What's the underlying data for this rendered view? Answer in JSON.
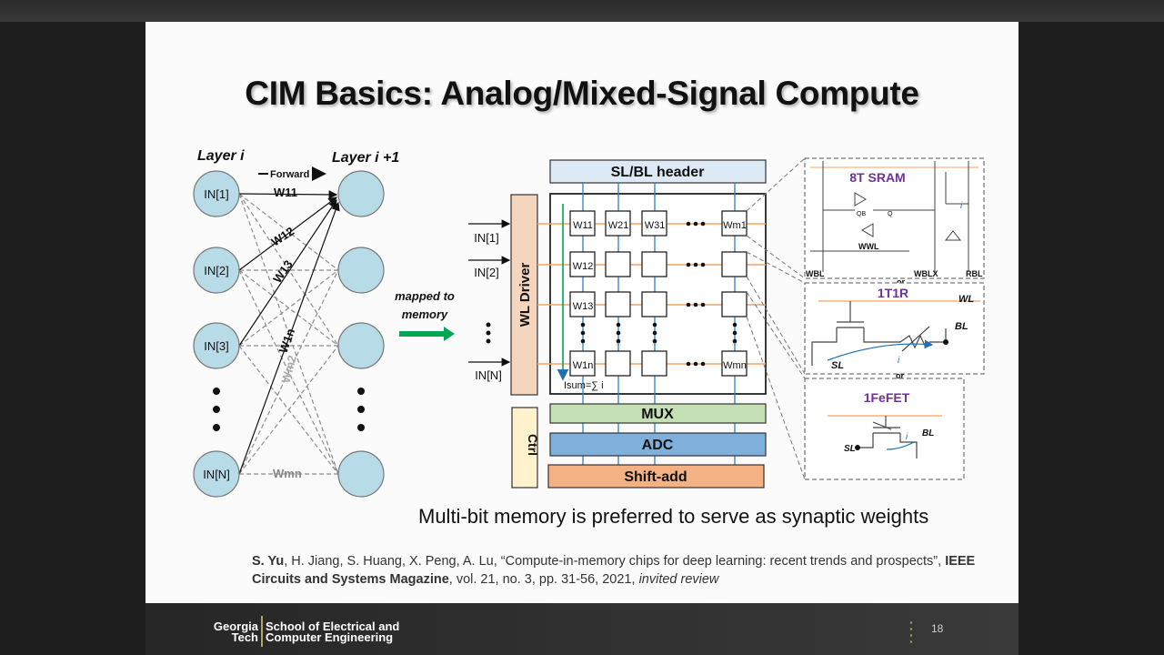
{
  "slide": {
    "title": "CIM Basics: Analog/Mixed-Signal Compute",
    "caption": "Multi-bit memory is preferred to serve as synaptic weights",
    "reference": {
      "author_bold": "S. Yu",
      "authors_rest": ", H. Jiang, S. Huang, X. Peng, A. Lu, “Compute-in-memory chips for deep learning: recent trends and prospects”, ",
      "journal": "IEEE Circuits and Systems Magazine",
      "details": ", vol. 21, no. 3, pp. 31-56, 2021, ",
      "note": "invited review"
    },
    "page_number": "18"
  },
  "network": {
    "layer_i": "Layer i",
    "layer_i1": "Layer i +1",
    "forward": "Forward",
    "inputs": [
      "IN[1]",
      "IN[2]",
      "IN[3]",
      "IN[N]"
    ],
    "weights": [
      "W11",
      "W12",
      "W13",
      "W1n",
      "Wm2",
      "Wmn"
    ],
    "mapped_text": [
      "mapped to",
      "memory"
    ],
    "arrow_color": "#00a651"
  },
  "array": {
    "header": "SL/BL header",
    "wl_driver": "WL Driver",
    "ctrl": "Ctrl",
    "mux": "MUX",
    "adc": "ADC",
    "shift_add": "Shift-add",
    "row_inputs": [
      "IN[1]",
      "IN[2]",
      "IN[N]"
    ],
    "cells_row1": [
      "W11",
      "W21",
      "W31",
      "Wm1"
    ],
    "cells_col1": [
      "W12",
      "W13",
      "W1n"
    ],
    "cell_last": "Wmn",
    "sum_label": "Isum=∑ i",
    "colors": {
      "header": "#dde9f5",
      "wl": "#f4d6bf",
      "mux": "#c5e0b4",
      "adc": "#7fb0dc",
      "shift": "#f4b183"
    }
  },
  "cells": {
    "sram": {
      "title": "8T SRAM",
      "labels": [
        "WBL",
        "WBLX",
        "RBL",
        "WWL",
        "QB",
        "Q",
        "i"
      ]
    },
    "t1r": {
      "title": "1T1R",
      "labels": [
        "WL",
        "BL",
        "SL",
        "i"
      ]
    },
    "fefet": {
      "title": "1FeFET",
      "labels": [
        "BL",
        "SL",
        "i"
      ]
    },
    "or": "or",
    "title_color": "#7030a0"
  }
}
